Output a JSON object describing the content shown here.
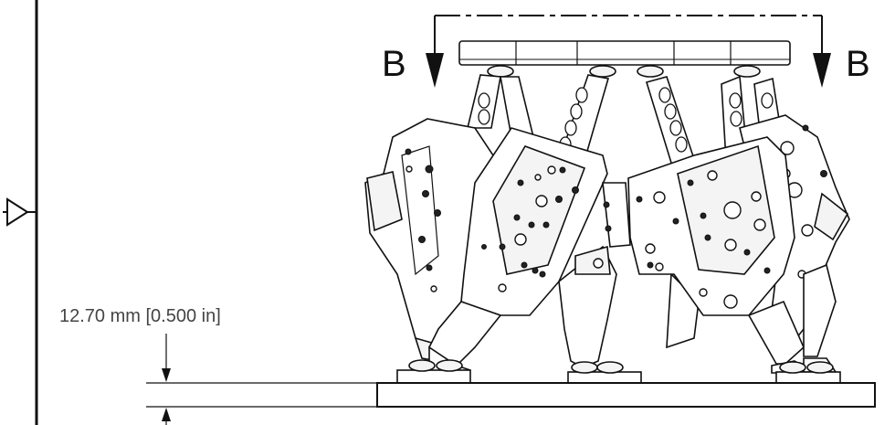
{
  "section_marker": {
    "left_letter": "B",
    "right_letter": "B"
  },
  "dimension": {
    "label": "12.70 mm [0.500 in]"
  },
  "icons": {
    "datum": "datum-triangle-icon",
    "section_arrows": "down-arrow-icon"
  }
}
